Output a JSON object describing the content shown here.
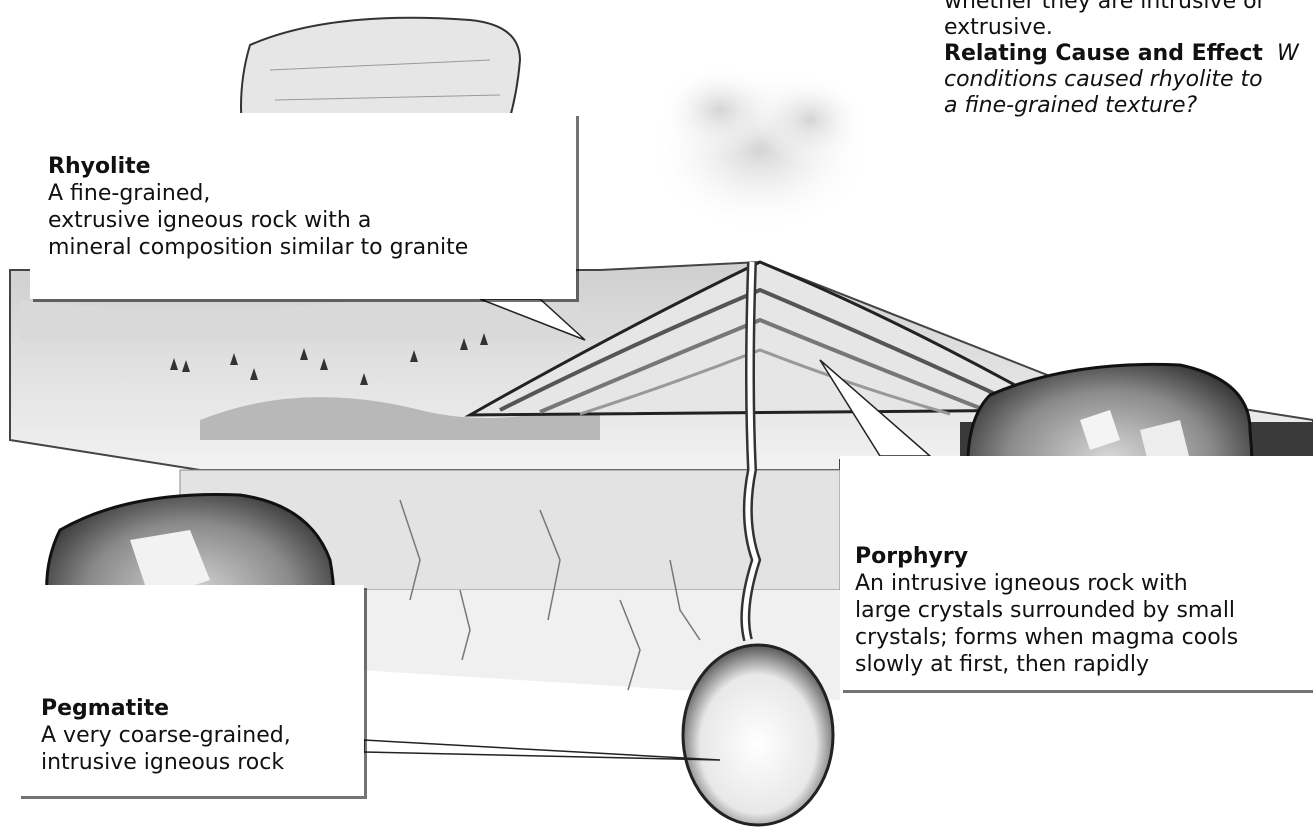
{
  "question_text": {
    "line1": "whether they are intrusive or",
    "line2": "extrusive.",
    "skill_label": "Relating Cause and Effect",
    "skill_question_start": "W",
    "line4": "conditions caused rhyolite to",
    "line5": "a fine-grained texture?"
  },
  "callouts": {
    "rhyolite": {
      "title": "Rhyolite",
      "lines": [
        "A fine-grained,",
        "extrusive igneous rock with a",
        "mineral composition similar to granite"
      ]
    },
    "porphyry": {
      "title": "Porphyry",
      "lines": [
        "An intrusive igneous rock with",
        "large crystals surrounded by small",
        "crystals; forms when magma cools",
        "slowly at first, then rapidly"
      ]
    },
    "pegmatite": {
      "title": "Pegmatite",
      "lines": [
        "A very coarse-grained,",
        "intrusive igneous rock"
      ]
    }
  }
}
